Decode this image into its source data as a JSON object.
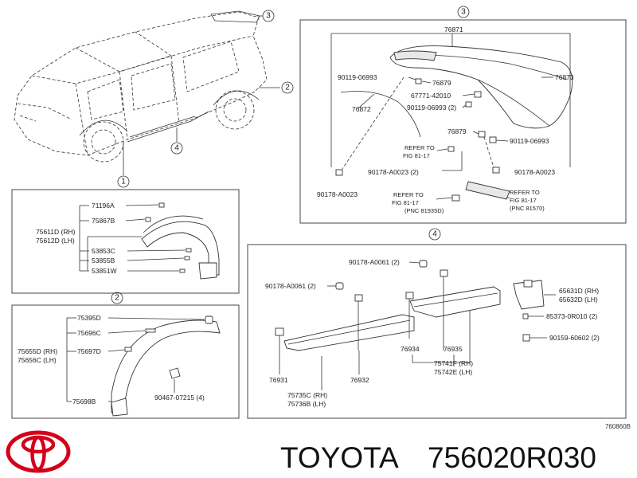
{
  "circles": {
    "c1": "1",
    "c2": "2",
    "c3": "3",
    "c4": "4"
  },
  "panel1": {
    "p71196A": "71196A",
    "p75867B": "75867B",
    "p75611D": "75611D (RH)",
    "p75612D": "75612D (LH)",
    "p53853C": "53853C",
    "p53855B": "53855B",
    "p53851W": "53851W"
  },
  "panel2": {
    "p75395D": "75395D",
    "p75696C": "75696C",
    "p75655D": "75655D (RH)",
    "p75656C": "75656C (LH)",
    "p75697D": "75697D",
    "p90467": "90467-07215 (4)",
    "p75698B": "75698B"
  },
  "panel3": {
    "p76871": "76871",
    "p90119a": "90119-06993",
    "p76879a": "76879",
    "p76873": "76873",
    "p67771": "67771-42010",
    "p76872": "76872",
    "p90119b": "90119-06993 (2)",
    "p76879b": "76879",
    "p90119c": "90119-06993",
    "refer1a": "REFER TO",
    "refer1b": "FIG 81-17",
    "p90178a": "90178-A0023 (2)",
    "p90178b": "90178-A0023",
    "p90178c": "90178-A0023",
    "refer2a": "REFER TO",
    "refer2b": "FIG 81-17",
    "refer2c": "(PNC 81935D)",
    "refer3a": "REFER TO",
    "refer3b": "FIG 81-17",
    "refer3c": "(PNC 81570)"
  },
  "panel4": {
    "p90178d": "90178-A0061 (2)",
    "p90178e": "90178-A0061 (2)",
    "p65631D": "65631D (RH)",
    "p65632D": "65632D (LH)",
    "p85373": "85373-0R010 (2)",
    "p90159": "90159-60602 (2)",
    "p76934": "76934",
    "p76935": "76935",
    "p75741F": "75741F (RH)",
    "p75742E": "75742E (LH)",
    "p76931": "76931",
    "p76932": "76932",
    "p75735C": "75735C (RH)",
    "p75736B": "75736B (LH)"
  },
  "diagram_code": "760860B",
  "brand": {
    "name": "TOYOTA",
    "part_number": "756020R030",
    "logo_color": "#d4001a"
  }
}
